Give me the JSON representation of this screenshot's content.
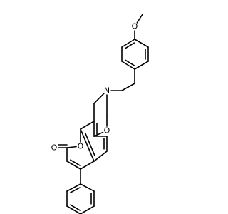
{
  "molecule": {
    "atoms": [
      {
        "id": "methoxy_c",
        "element": "C"
      },
      {
        "id": "methoxy_o",
        "element": "O",
        "label": "O"
      },
      {
        "id": "pmp_c1",
        "element": "C"
      },
      {
        "id": "pmp_c2",
        "element": "C"
      },
      {
        "id": "pmp_c3",
        "element": "C"
      },
      {
        "id": "pmp_c4",
        "element": "C"
      },
      {
        "id": "pmp_c5",
        "element": "C"
      },
      {
        "id": "pmp_c6",
        "element": "C"
      },
      {
        "id": "ethyl_c1",
        "element": "C"
      },
      {
        "id": "ethyl_c2",
        "element": "C"
      },
      {
        "id": "n9",
        "element": "N",
        "label": "N"
      },
      {
        "id": "c10",
        "element": "C"
      },
      {
        "id": "c8",
        "element": "C"
      },
      {
        "id": "o7",
        "element": "O",
        "label": "O"
      },
      {
        "id": "c6a",
        "element": "C"
      },
      {
        "id": "c10a",
        "element": "C"
      },
      {
        "id": "c10b",
        "element": "C"
      },
      {
        "id": "o1",
        "element": "O",
        "label": "O"
      },
      {
        "id": "c2",
        "element": "C"
      },
      {
        "id": "carbonyl_o",
        "element": "O",
        "label": "O"
      },
      {
        "id": "c3",
        "element": "C"
      },
      {
        "id": "c4",
        "element": "C"
      },
      {
        "id": "c4a",
        "element": "C"
      },
      {
        "id": "c5",
        "element": "C"
      },
      {
        "id": "c6",
        "element": "C"
      },
      {
        "id": "ph_c1",
        "element": "C"
      },
      {
        "id": "ph_c2",
        "element": "C"
      },
      {
        "id": "ph_c3",
        "element": "C"
      },
      {
        "id": "ph_c4",
        "element": "C"
      },
      {
        "id": "ph_c5",
        "element": "C"
      },
      {
        "id": "ph_c6",
        "element": "C"
      }
    ],
    "bonds": [
      {
        "from": "methoxy_c",
        "to": "methoxy_o",
        "order": 1
      },
      {
        "from": "methoxy_o",
        "to": "pmp_c1",
        "order": 1
      },
      {
        "from": "pmp_c1",
        "to": "pmp_c2",
        "order": 1
      },
      {
        "from": "pmp_c2",
        "to": "pmp_c3",
        "order": 2
      },
      {
        "from": "pmp_c3",
        "to": "pmp_c4",
        "order": 1
      },
      {
        "from": "pmp_c4",
        "to": "pmp_c5",
        "order": 2
      },
      {
        "from": "pmp_c5",
        "to": "pmp_c6",
        "order": 1
      },
      {
        "from": "pmp_c6",
        "to": "pmp_c1",
        "order": 2
      },
      {
        "from": "pmp_c4",
        "to": "ethyl_c1",
        "order": 1
      },
      {
        "from": "ethyl_c1",
        "to": "ethyl_c2",
        "order": 1
      },
      {
        "from": "ethyl_c2",
        "to": "n9",
        "order": 1
      },
      {
        "from": "n9",
        "to": "c10",
        "order": 1
      },
      {
        "from": "n9",
        "to": "c8",
        "order": 1
      },
      {
        "from": "c8",
        "to": "o7",
        "order": 1
      },
      {
        "from": "o7",
        "to": "c6a",
        "order": 1
      },
      {
        "from": "c10",
        "to": "c10a",
        "order": 1
      },
      {
        "from": "c10a",
        "to": "c6a",
        "order": 2
      },
      {
        "from": "c10a",
        "to": "c10b",
        "order": 1
      },
      {
        "from": "c10b",
        "to": "o1",
        "order": 1
      },
      {
        "from": "o1",
        "to": "c2",
        "order": 1
      },
      {
        "from": "c2",
        "to": "carbonyl_o",
        "order": 2
      },
      {
        "from": "c2",
        "to": "c3",
        "order": 1
      },
      {
        "from": "c3",
        "to": "c4",
        "order": 2
      },
      {
        "from": "c4",
        "to": "c4a",
        "order": 1
      },
      {
        "from": "c4a",
        "to": "c10b",
        "order": 2
      },
      {
        "from": "c4a",
        "to": "c5",
        "order": 1
      },
      {
        "from": "c5",
        "to": "c6",
        "order": 2
      },
      {
        "from": "c6",
        "to": "c6a",
        "order": 1
      },
      {
        "from": "c4",
        "to": "ph_c1",
        "order": 1
      },
      {
        "from": "ph_c1",
        "to": "ph_c2",
        "order": 2
      },
      {
        "from": "ph_c2",
        "to": "ph_c3",
        "order": 1
      },
      {
        "from": "ph_c3",
        "to": "ph_c4",
        "order": 2
      },
      {
        "from": "ph_c4",
        "to": "ph_c5",
        "order": 1
      },
      {
        "from": "ph_c5",
        "to": "ph_c6",
        "order": 2
      },
      {
        "from": "ph_c6",
        "to": "ph_c1",
        "order": 1
      }
    ]
  }
}
